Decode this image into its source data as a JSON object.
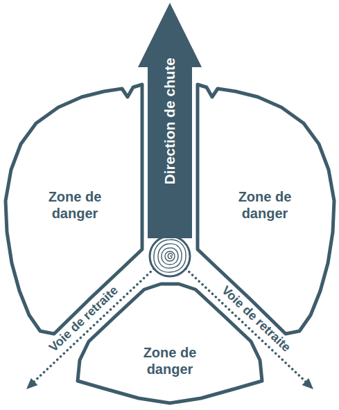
{
  "diagram": {
    "nodes": [
      {
        "text": [
          "Direction de chute"
        ]
      },
      {
        "text": [
          "Zone de danger"
        ]
      },
      {
        "text": [
          "Zone de danger"
        ]
      },
      {
        "text": [
          "Zone de danger"
        ]
      }
    ],
    "labels": [
      "Voie de retraite",
      "Voie de retraite"
    ]
  }
}
